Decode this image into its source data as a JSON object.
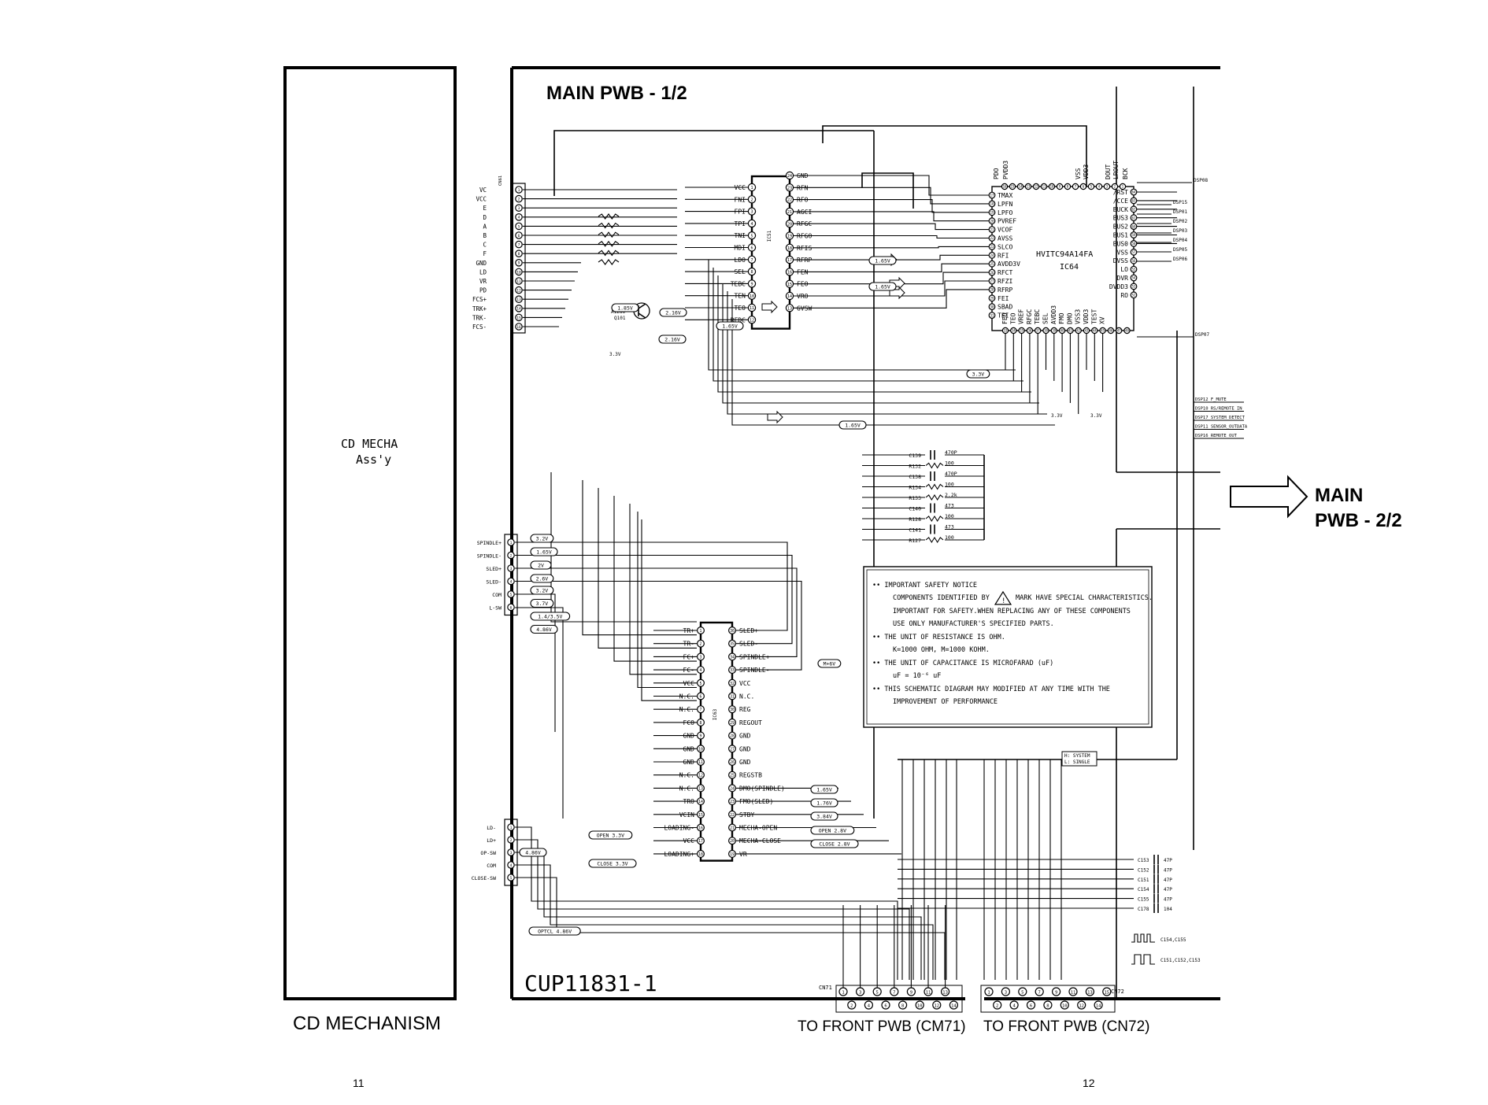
{
  "titles": {
    "main_1": "MAIN PWB - 1/2",
    "main_2_line1": "MAIN",
    "main_2_line2": "PWB - 2/2",
    "cd_mechanism": "CD MECHANISM",
    "cd_mecha_line1": "CD MECHA",
    "cd_mecha_line2": "Ass'y",
    "front_cm71": "TO FRONT PWB (CM71)",
    "front_cn72": "TO FRONT PWB (CN72)",
    "board_code": "CUP11831-1"
  },
  "page_numbers": {
    "left": "11",
    "right": "12"
  },
  "connectors": {
    "cn_pickup": [
      "VC",
      "VCC",
      "E",
      "D",
      "A",
      "B",
      "C",
      "F",
      "GND",
      "LD",
      "VR",
      "PD",
      "FCS+",
      "TRK+",
      "TRK-",
      "FCS-"
    ],
    "cn_motor": [
      "SPINDLE+",
      "SPINDLE-",
      "SLED+",
      "SLED-",
      "COM",
      "L-SW"
    ],
    "cn_loading": [
      "LD-",
      "LD+",
      "OP-SW",
      "COM",
      "CLOSE-SW"
    ],
    "cn71_label": "CN71",
    "cn72_label": "CN72"
  },
  "ic_rf": {
    "ref": "IC51",
    "left_pins": [
      "VCC",
      "FNI",
      "FPI",
      "TPI",
      "TNI",
      "MDI",
      "LDO",
      "SEL",
      "TEBC",
      "TEN",
      "TEO",
      "RFDC"
    ],
    "right_pins": [
      "GND",
      "RFN",
      "RFO",
      "AGCI",
      "RFGC",
      "RFGO",
      "RFIS",
      "RFRP",
      "FEN",
      "FEO",
      "VRO",
      "GVSW"
    ]
  },
  "ic_dsp": {
    "ref": "IC64",
    "part": "HVITC94A14FA",
    "left_pins": [
      "TMAX",
      "LPFN",
      "LPFO",
      "PVREF",
      "VCOF",
      "AVSS",
      "SLCO",
      "RFI",
      "AVDD3V",
      "RFCT",
      "RFZI",
      "RFRP",
      "FEI",
      "SBAD",
      "TEI"
    ],
    "top_pins": [
      "PDO",
      "PVDD3",
      "VSS",
      "VDD3",
      "DOUT",
      "LROUT",
      "BCK"
    ],
    "right_pins": [
      "/RST",
      "/CCE",
      "BUCK",
      "BUS3",
      "BUS2",
      "BUS1",
      "BUS0",
      "VSS",
      "DVSS",
      "LO",
      "DVR",
      "DVDD3",
      "RO"
    ],
    "bottom_pins": [
      "FEO",
      "TEO",
      "VREF",
      "RFGC",
      "TEBC",
      "SEL",
      "AVDD3",
      "FMO",
      "DMO",
      "VSS3",
      "VDD3",
      "TEST",
      "XV"
    ],
    "dsp_port_labels": [
      "DSP08",
      "DSP15",
      "DSP01",
      "DSP02",
      "DSP03",
      "DSP04",
      "DSP05",
      "DSP06",
      "DSP07"
    ],
    "dsp_signals": [
      "DSP12 F_MUTE",
      "DSP10 RS/REMOTE IN",
      "DSP17 SYSTEM DETECT",
      "DSP11 SENSOR_OUTDATA",
      "DSP16 REMOTE OUT"
    ]
  },
  "ic_driver": {
    "ref": "IC63",
    "left_pins": [
      "TR+",
      "TR-",
      "FC+",
      "FC-",
      "VCC",
      "N.C.",
      "N.C.",
      "FCO",
      "GND",
      "GND",
      "GND",
      "N.C.",
      "N.C.",
      "TRO",
      "VCIN",
      "LOADING-",
      "VCC",
      "LOADING+"
    ],
    "right_pins": [
      "SLED+",
      "SLED-",
      "SPINDLE+",
      "SPINDLE-",
      "VCC",
      "N.C.",
      "REG",
      "REGOUT",
      "GND",
      "GND",
      "GND",
      "REGSTB",
      "DMO(SPINDLE)",
      "FMO(SLED)",
      "STBY",
      "MECHA-OPEN",
      "MECHA-CLOSE",
      "VR"
    ]
  },
  "voltage_tags": [
    "1.65V",
    "1.65V",
    "1.65V",
    "2.16V",
    "1.85V",
    "2.16V",
    "1.65V",
    "3.2V",
    "1.65V",
    "2V",
    "2.6V",
    "3.2V",
    "3.7V",
    "1.4/3.5V",
    "4.86V",
    "1.65V",
    "1.76V",
    "3.84V",
    "OPEN 2.8V",
    "CLOSE 2.8V",
    "OPEN 3.3V",
    "CLOSE 3.3V",
    "4.86V",
    "OPTCL 4.86V",
    "M+6V",
    "3.3V"
  ],
  "passives_rc": [
    {
      "ref": "C139",
      "val": "470P"
    },
    {
      "ref": "R132",
      "val": "100"
    },
    {
      "ref": "C138",
      "val": "470P"
    },
    {
      "ref": "R134",
      "val": "100"
    },
    {
      "ref": "R133",
      "val": "2.2k"
    },
    {
      "ref": "C140",
      "val": "473"
    },
    {
      "ref": "R128",
      "val": "100"
    },
    {
      "ref": "C141",
      "val": "473"
    },
    {
      "ref": "R127",
      "val": "100"
    }
  ],
  "front_caps": [
    {
      "ref": "C153",
      "val": "47P"
    },
    {
      "ref": "C152",
      "val": "47P"
    },
    {
      "ref": "C151",
      "val": "47P"
    },
    {
      "ref": "C154",
      "val": "47P"
    },
    {
      "ref": "C155",
      "val": "47P"
    },
    {
      "ref": "C178",
      "val": "104"
    }
  ],
  "cn71_pins": [
    "1",
    "2",
    "3",
    "4",
    "5",
    "6",
    "7",
    "8",
    "9",
    "10",
    "11",
    "12",
    "13",
    "14"
  ],
  "cn72_pins": [
    "1",
    "2",
    "3",
    "4",
    "5",
    "6",
    "7",
    "8",
    "9",
    "10",
    "11",
    "12",
    "13",
    "14",
    "15"
  ],
  "system_note": {
    "line1": "H: SYSTEM",
    "line2": "L: SINGLE"
  },
  "wave_labels": [
    "C154,C155",
    "C151,C152,C153"
  ],
  "notice": {
    "l1": "•• IMPORTANT SAFETY NOTICE",
    "l2": "COMPONENTS IDENTIFIED BY",
    "l2b": "MARK HAVE SPECIAL CHARACTERISTICS.",
    "l3": "IMPORTANT FOR SAFETY.WHEN REPLACING ANY OF THESE COMPONENTS",
    "l4": "USE ONLY MANUFACTURER'S SPECIFIED PARTS.",
    "l5": "•• THE UNIT OF RESISTANCE IS OHM.",
    "l6": "K=1000 OHM, M=1000 KOHM.",
    "l7": "•• THE UNIT OF CAPACITANCE IS MICROFARAD (uF)",
    "l8": "uF = 10⁻⁶ uF",
    "l9": "•• THIS SCHEMATIC DIAGRAM MAY  MODIFIED AT ANY TIME WITH THE",
    "l10": "IMPROVEMENT OF PERFORMANCE"
  }
}
